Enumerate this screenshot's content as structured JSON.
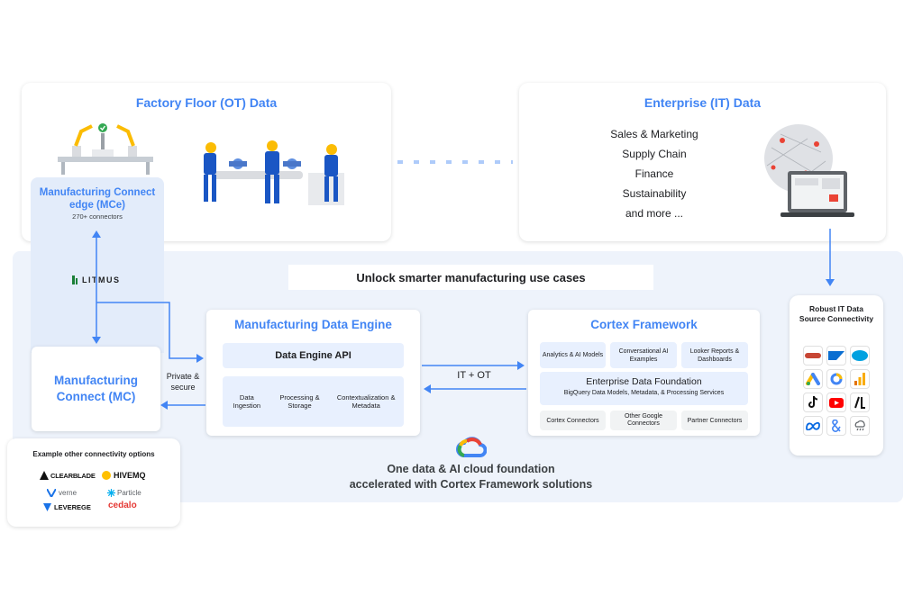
{
  "ot": {
    "title": "Factory Floor (OT) Data",
    "mce_title": "Manufacturing Connect edge (MCe)",
    "mce_sub": "270+ connectors",
    "litmus": "LITMUS"
  },
  "it": {
    "title": "Enterprise (IT) Data",
    "items": [
      "Sales & Marketing",
      "Supply Chain",
      "Finance",
      "Sustainability",
      "and more ..."
    ]
  },
  "banner": "Unlock smarter manufacturing use cases",
  "mc": {
    "title": "Manufacturing Connect (MC)"
  },
  "private": "Private & secure",
  "mde": {
    "title": "Manufacturing Data Engine",
    "api": "Data Engine API",
    "steps": [
      "Data Ingestion",
      "Processing & Storage",
      "Contextualization & Metadata"
    ]
  },
  "itot": "IT + OT",
  "cortex": {
    "title": "Cortex Framework",
    "top": [
      "Analytics & AI Models",
      "Conversational AI Examples",
      "Looker Reports & Dashboards"
    ],
    "edf_title": "Enterprise Data Foundation",
    "edf_sub": "BigQuery Data Models, Metadata, & Processing Services",
    "bottom": [
      "Cortex Connectors",
      "Other Google Connectors",
      "Partner Connectors"
    ]
  },
  "robust": {
    "title": "Robust IT Data Source Connectivity"
  },
  "footer": {
    "line1": "One data & AI cloud foundation",
    "line2": "accelerated with Cortex Framework solutions"
  },
  "other": {
    "title": "Example other connectivity options",
    "logos": [
      "CLEARBLADE",
      "HIVEMQ",
      "verne",
      "Particle",
      "LEVEREGE",
      "cedalo"
    ]
  },
  "colors": {
    "accent": "#4285f4",
    "panel": "#eef3fb",
    "pale": "#e8f0fe"
  }
}
